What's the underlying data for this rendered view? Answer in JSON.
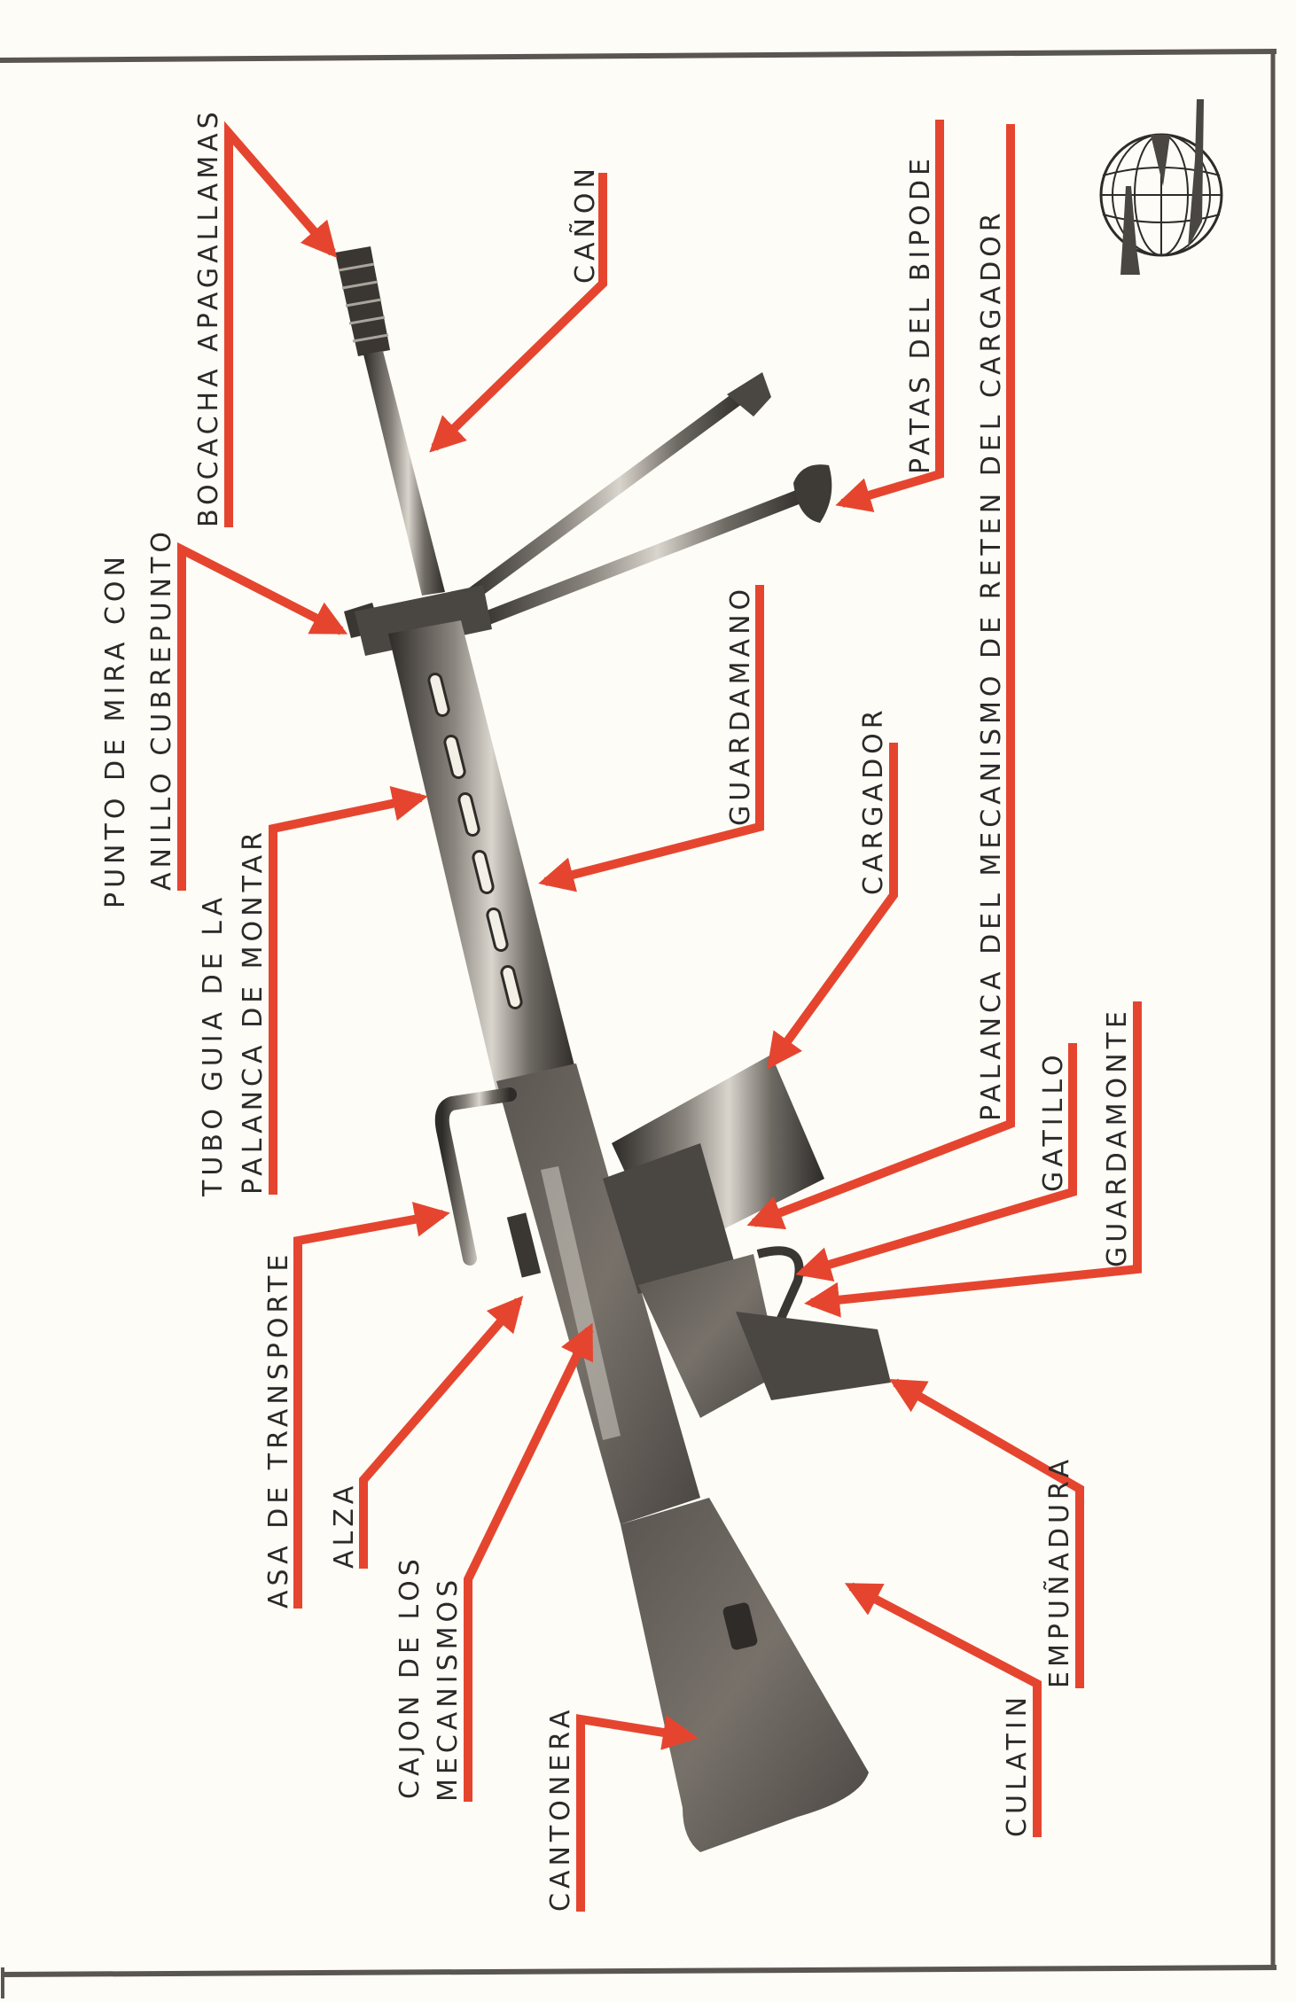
{
  "diagram": {
    "subject": "Fusil de asalto con bipode",
    "colors": {
      "paper": "#fdfcf6",
      "frame": "#5a5550",
      "leader": "#e5452f",
      "text": "#2a2a2a",
      "metal": "#4a4642"
    },
    "labels": {
      "bocacha": "BOCACHA  APAGALLAMAS",
      "canon": "CAÑON",
      "punto_mira_1": "PUNTO  DE  MIRA  CON",
      "punto_mira_2": "ANILLO  CUBREPUNTO",
      "tubo_guia_1": "TUBO GUIA DE LA",
      "tubo_guia_2": "PALANCA DE MONTAR",
      "guardamano": "GUARDAMANO",
      "cargador": "CARGADOR",
      "patas_bipode": "PATAS  DEL  BIPODE",
      "palanca_reten": "PALANCA  DEL  MECANISMO  DE  RETEN  DEL  CARGADOR",
      "gatillo": "GATILLO",
      "guardamonte": "GUARDAMONTE",
      "asa_transporte": "ASA  DE  TRANSPORTE",
      "alza": "ALZA",
      "cajon_1": "CAJON  DE  LOS",
      "cajon_2": "MECANISMOS",
      "empunadura": "EMPUÑADURA",
      "cantonera": "CANTONERA",
      "culatin": "CULATIN"
    },
    "logo": "globe-rifle-emblem"
  }
}
